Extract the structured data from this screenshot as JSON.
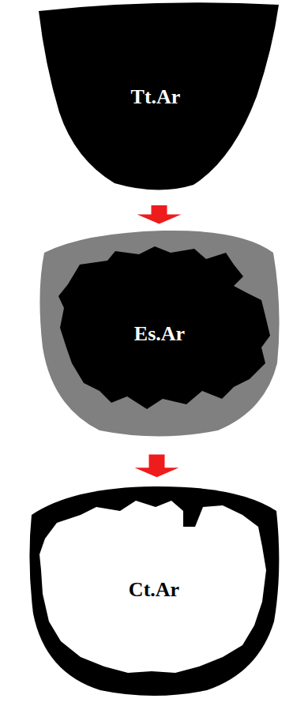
{
  "diagram": {
    "nodes": [
      {
        "text": [
          "Tt.Ar"
        ]
      },
      {
        "text": [
          "Es.Ar"
        ]
      },
      {
        "text": [
          "Ct.Ar"
        ]
      }
    ],
    "edges": [
      {
        "from": 0,
        "to": 1,
        "arrow": "to"
      },
      {
        "from": 1,
        "to": 2,
        "arrow": "to"
      }
    ]
  }
}
